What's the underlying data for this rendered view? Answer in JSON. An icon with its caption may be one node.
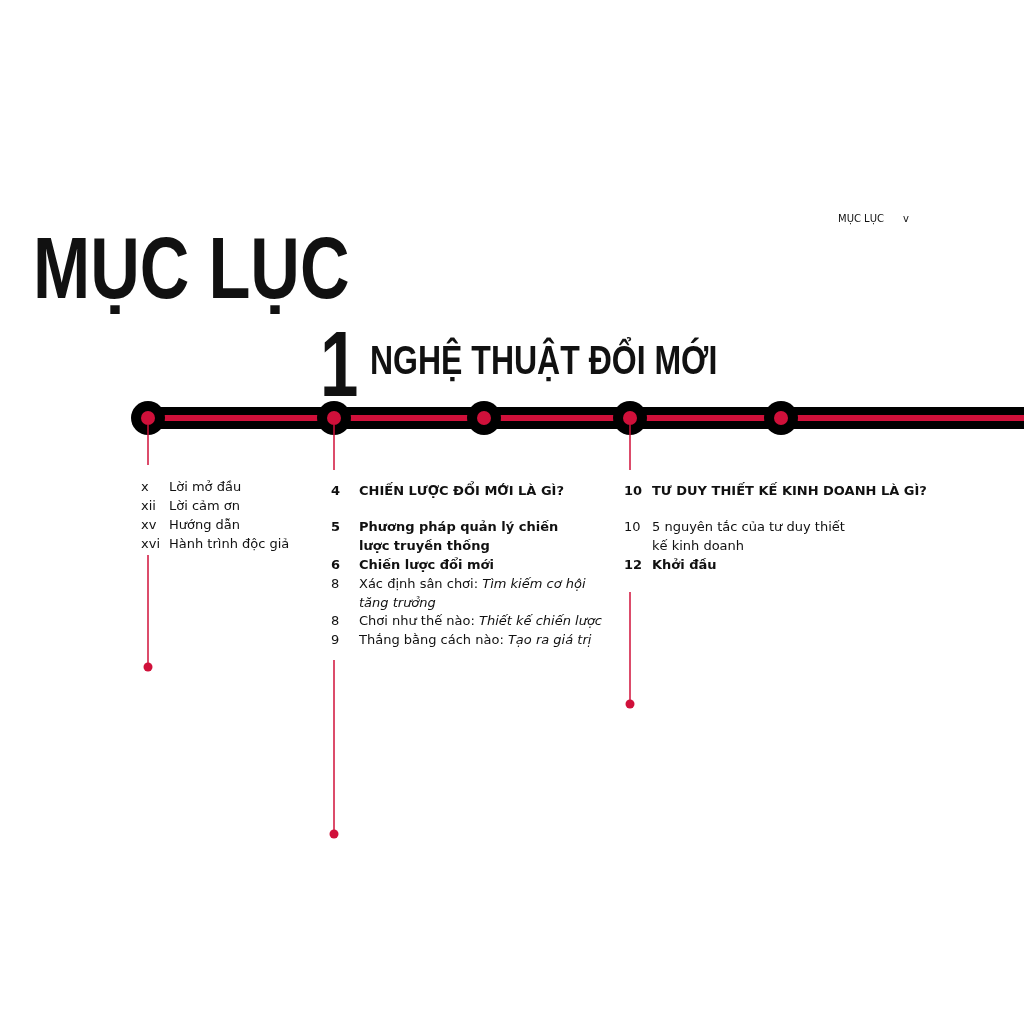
{
  "diagram": {
    "title": "MỤC LỤC",
    "labels": [
      "MỤC LỤC",
      "v",
      "1",
      "NGHỆ THUẬT ĐỔI MỚI",
      "x",
      "Lời mở đầu",
      "xii",
      "Lời cảm ơn",
      "xv",
      "Hướng dẫn",
      "xvi",
      "Hành trình độc giả",
      "4",
      "CHIẾN LƯỢC ĐỔI MỚI LÀ GÌ?",
      "5",
      "Phương pháp quản lý chiến lược truyền thống",
      "6",
      "Chiến lược đổi mới",
      "8",
      "Xác định sân chơi: *Tìm kiếm cơ hội tăng trưởng*",
      "8",
      "Chơi như thế nào: *Thiết kế chiến lược*",
      "9",
      "Thắng bằng cách nào: *Tạo ra giá trị*",
      "10",
      "TƯ DUY THIẾT KẾ KINH DOANH LÀ GÌ?",
      "10",
      "5 nguyên tắc của tư duy thiết kế kinh doanh",
      "12",
      "Khởi đầu"
    ]
  }
}
